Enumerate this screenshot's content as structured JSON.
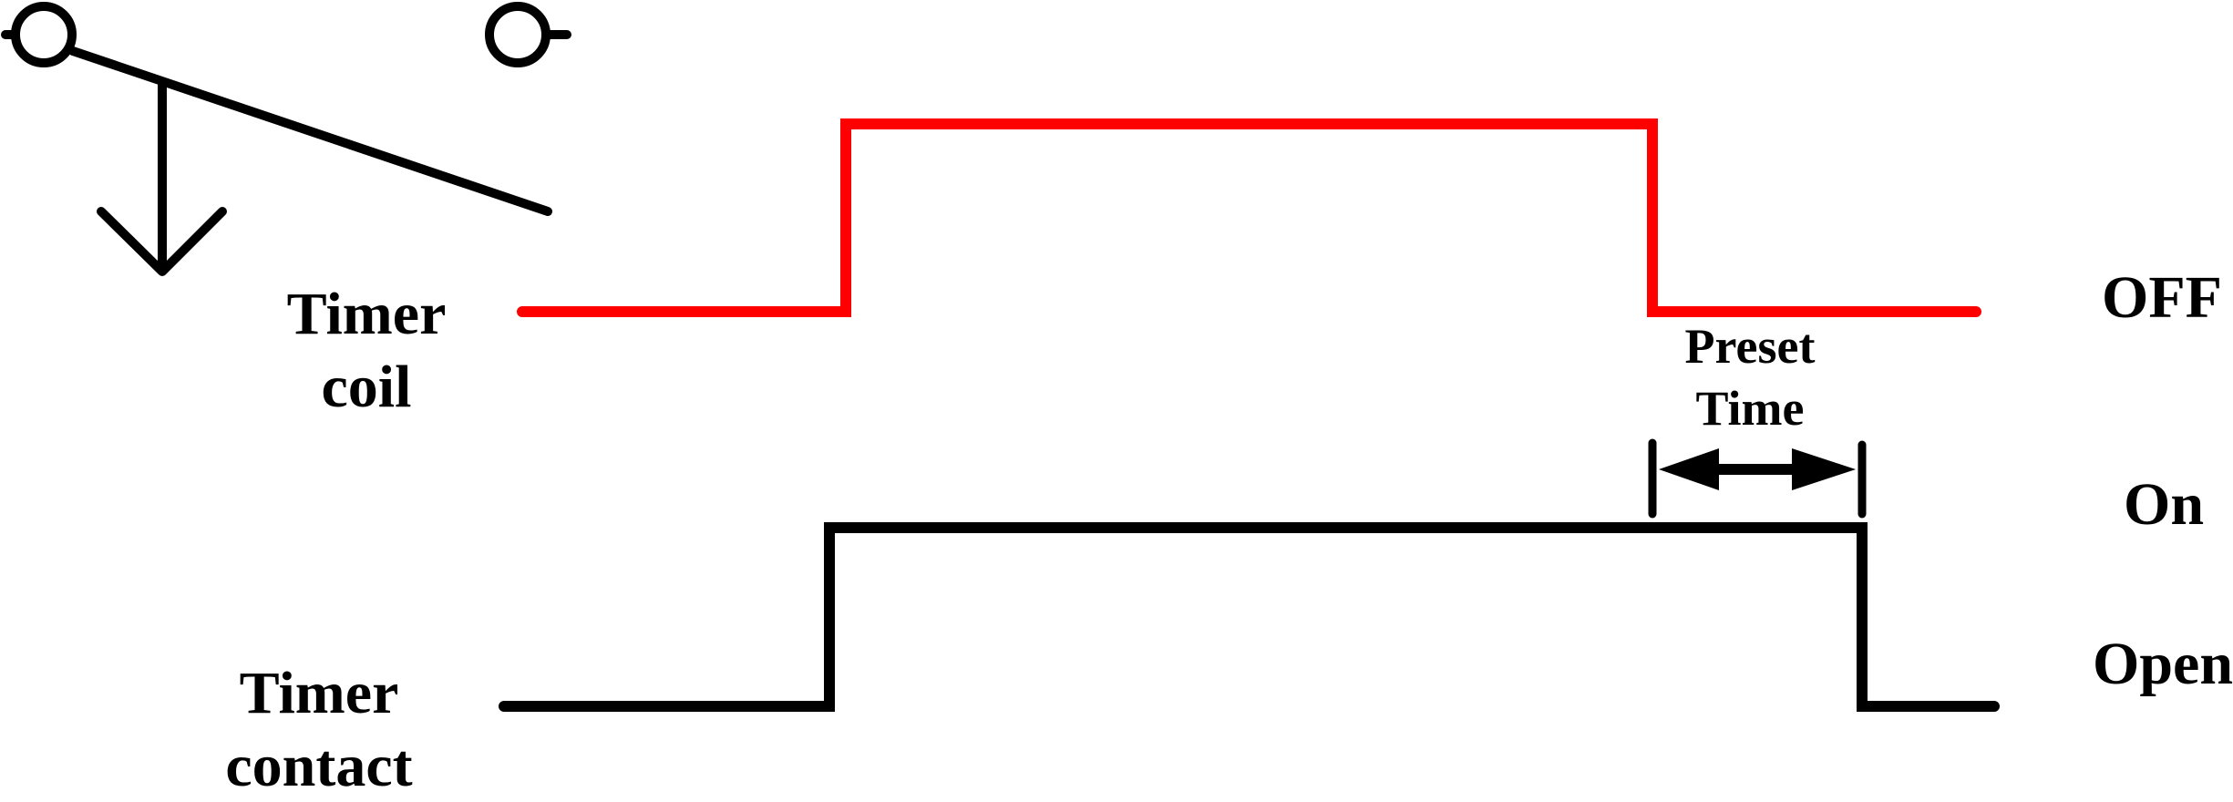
{
  "labels": {
    "coil_line1": "Timer",
    "coil_line2": "coil",
    "contact_line1": "Timer",
    "contact_line2": "contact",
    "off": "OFF",
    "on": "On",
    "open": "Open",
    "preset_line1": "Preset",
    "preset_line2": "Time"
  },
  "colors": {
    "coil_signal": "#ff0000",
    "contact_signal": "#000000",
    "symbol": "#000000",
    "background": "#ffffff"
  },
  "icons": {
    "timer_symbol": "off-delay-timer-contact-symbol",
    "preset_arrow": "double-headed-arrow-icon"
  }
}
